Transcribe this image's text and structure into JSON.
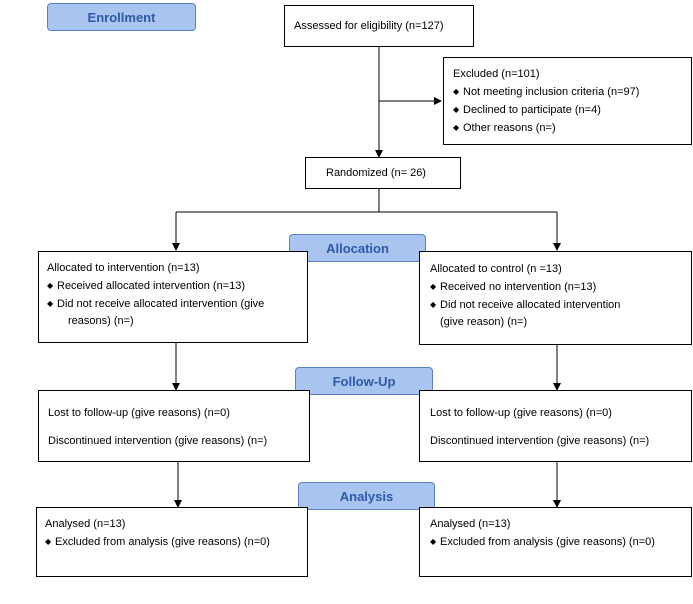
{
  "stages": {
    "enrollment": "Enrollment",
    "allocation": "Allocation",
    "follow_up": "Follow-Up",
    "analysis": "Analysis"
  },
  "assessed": {
    "text": "Assessed for eligibility (n=127)"
  },
  "excluded": {
    "title": "Excluded  (n=101)",
    "items": [
      "Not meeting inclusion criteria (n=97)",
      "Declined to participate (n=4)",
      "Other reasons (n=)"
    ]
  },
  "randomized": {
    "text": "Randomized (n= 26)"
  },
  "allocation_left": {
    "title": "Allocated to intervention (n=13)",
    "item1": "Received allocated intervention (n=13)",
    "item2_line1": "Did not receive allocated intervention (give",
    "item2_line2": "reasons) (n=)"
  },
  "allocation_right": {
    "title": "Allocated to control (n =13)",
    "item1": "Received no intervention (n=13)",
    "item2_line1": "Did not receive allocated intervention",
    "item2_line2": "(give reason) (n=)"
  },
  "followup_left": {
    "lost": "Lost to follow-up (give reasons) (n=0)",
    "discontinued": "Discontinued intervention (give reasons) (n=)"
  },
  "followup_right": {
    "lost": "Lost to follow-up (give reasons) (n=0)",
    "discontinued": "Discontinued intervention (give reasons) (n=)"
  },
  "analysis_left": {
    "title": "Analysed  (n=13)",
    "item": "Excluded from analysis (give reasons) (n=0)"
  },
  "analysis_right": {
    "title": "Analysed  (n=13)",
    "item": "Excluded from analysis (give reasons) (n=0)"
  },
  "bullet_glyph": "◆"
}
